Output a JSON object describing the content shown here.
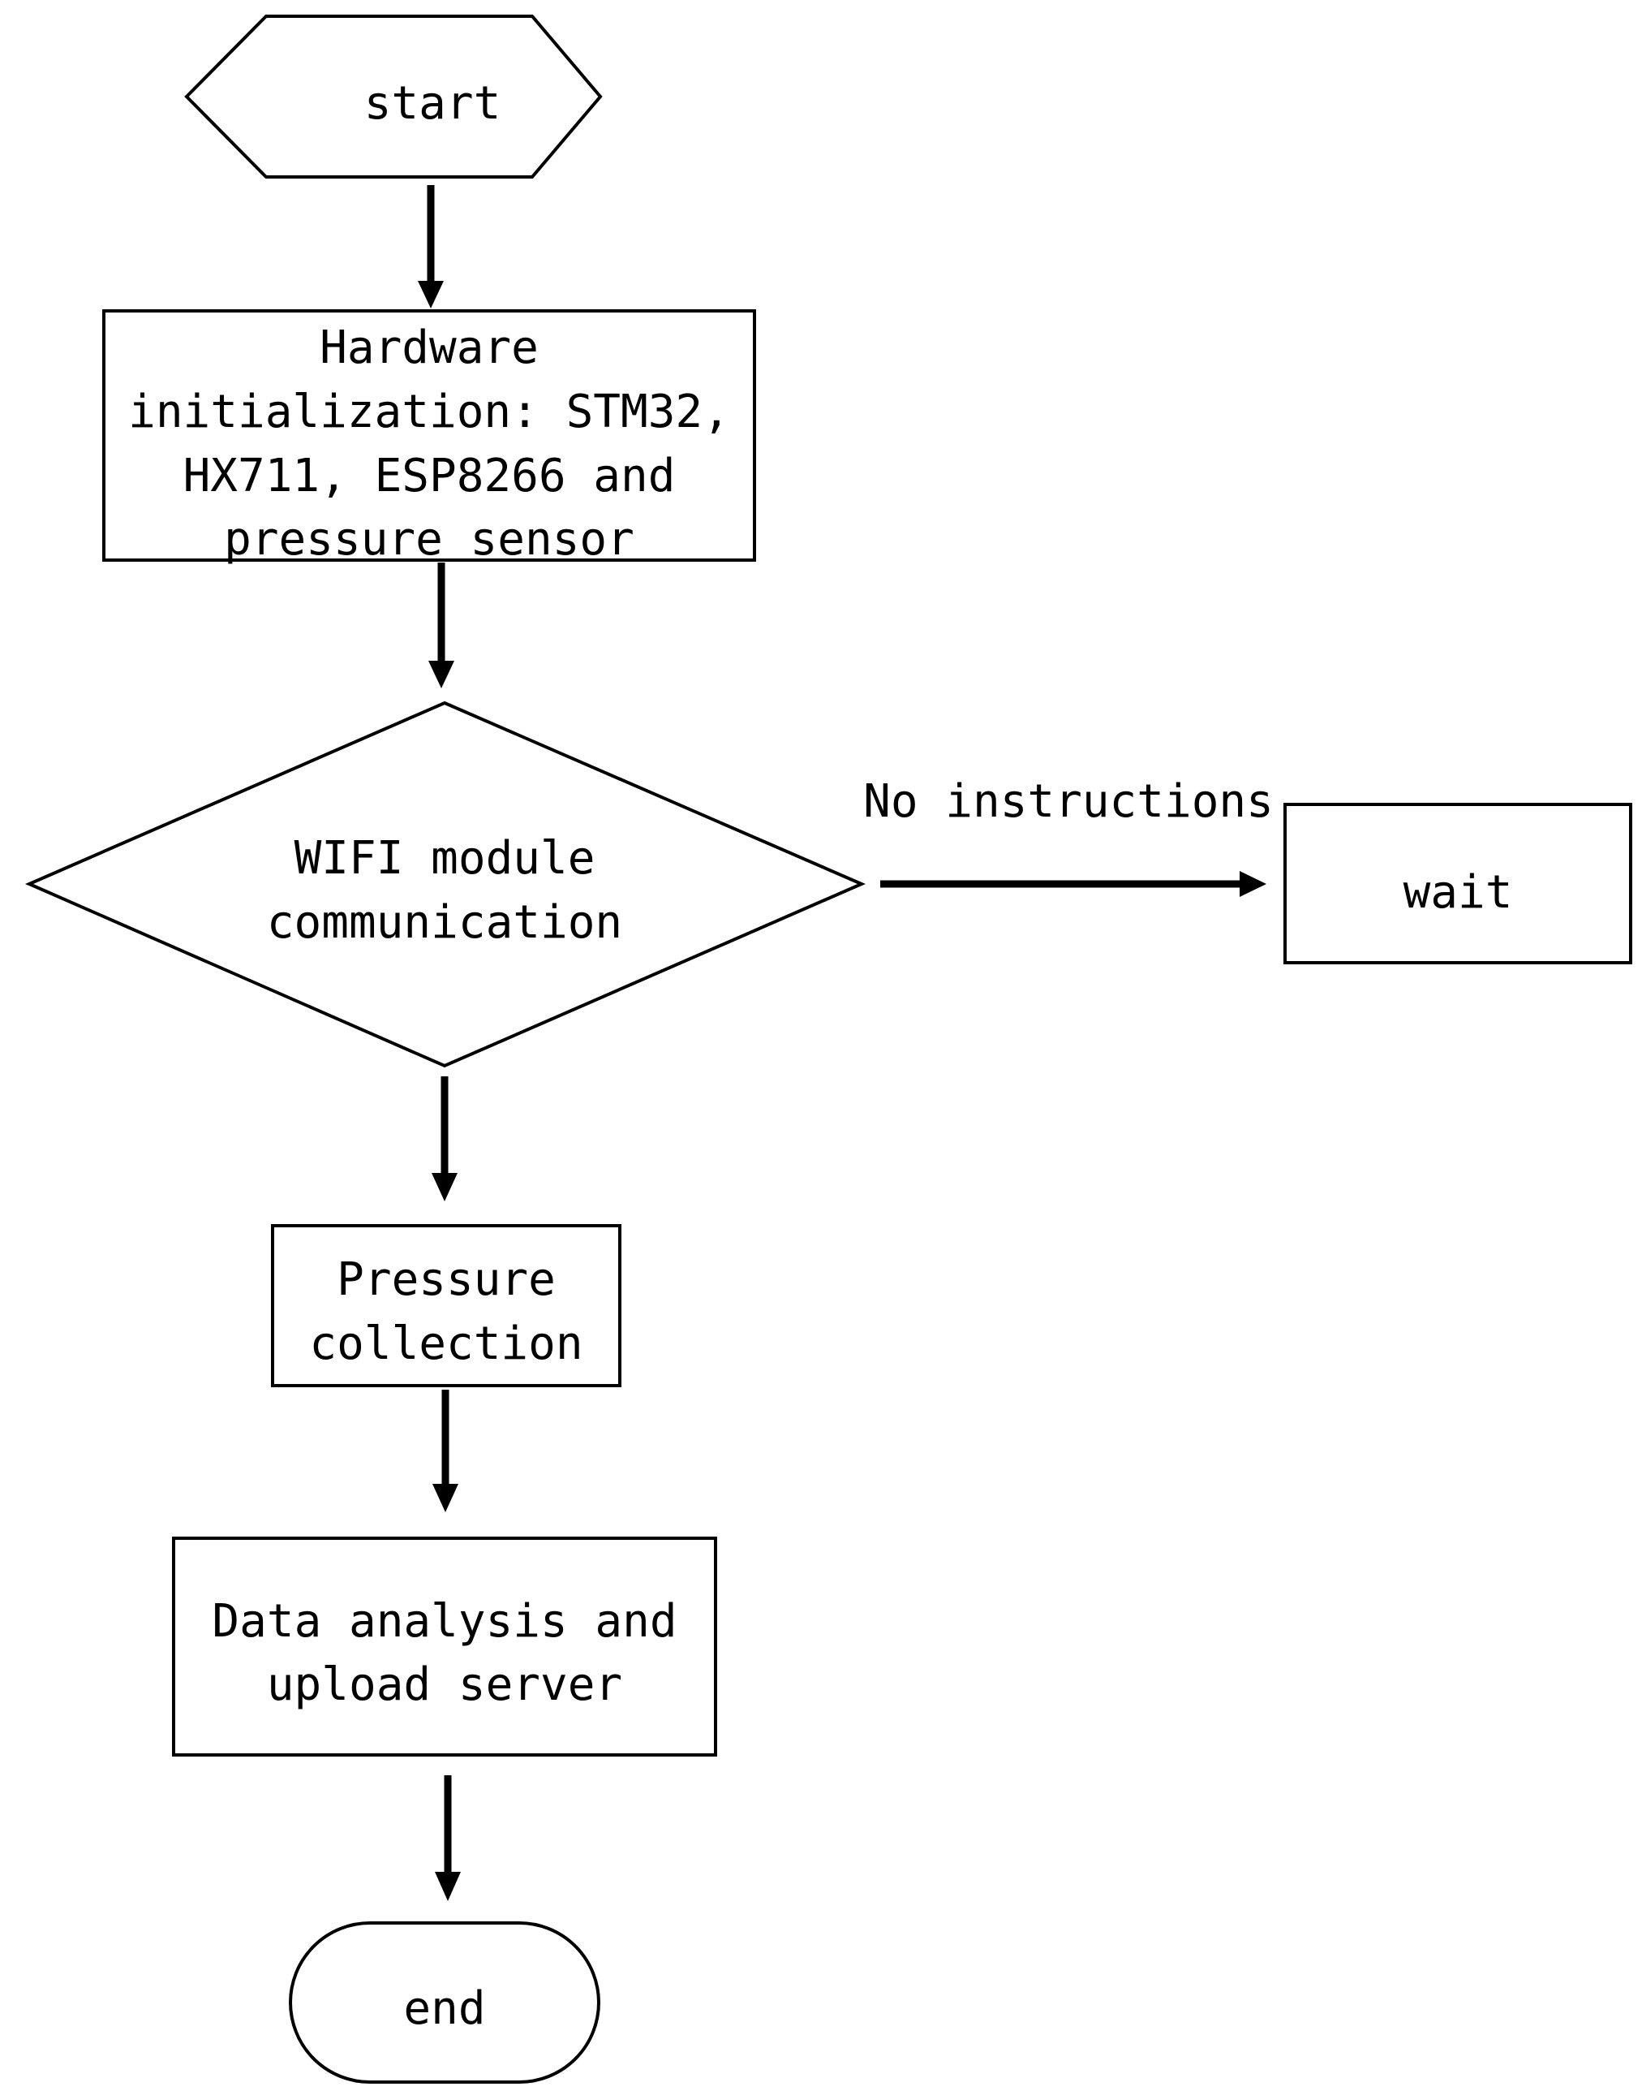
{
  "nodes": {
    "start": {
      "shape": "hexagon",
      "lines": [
        "start"
      ]
    },
    "hardware_init": {
      "shape": "rectangle",
      "lines": [
        "Hardware",
        "initialization: STM32,",
        "HX711, ESP8266 and",
        "pressure sensor"
      ]
    },
    "wifi_comm": {
      "shape": "diamond",
      "lines": [
        "WIFI module",
        "communication"
      ]
    },
    "wait": {
      "shape": "rectangle",
      "lines": [
        "wait"
      ]
    },
    "pressure_collection": {
      "shape": "rectangle",
      "lines": [
        "Pressure",
        "collection"
      ]
    },
    "data_analysis": {
      "shape": "rectangle",
      "lines": [
        "Data analysis and",
        "upload server"
      ]
    },
    "end": {
      "shape": "terminator",
      "lines": [
        "end"
      ]
    }
  },
  "edges": [
    {
      "from": "start",
      "to": "hardware_init",
      "label": ""
    },
    {
      "from": "hardware_init",
      "to": "wifi_comm",
      "label": ""
    },
    {
      "from": "wifi_comm",
      "to": "wait",
      "label": "No instructions"
    },
    {
      "from": "wifi_comm",
      "to": "pressure_collection",
      "label": ""
    },
    {
      "from": "pressure_collection",
      "to": "data_analysis",
      "label": ""
    },
    {
      "from": "data_analysis",
      "to": "end",
      "label": ""
    }
  ]
}
